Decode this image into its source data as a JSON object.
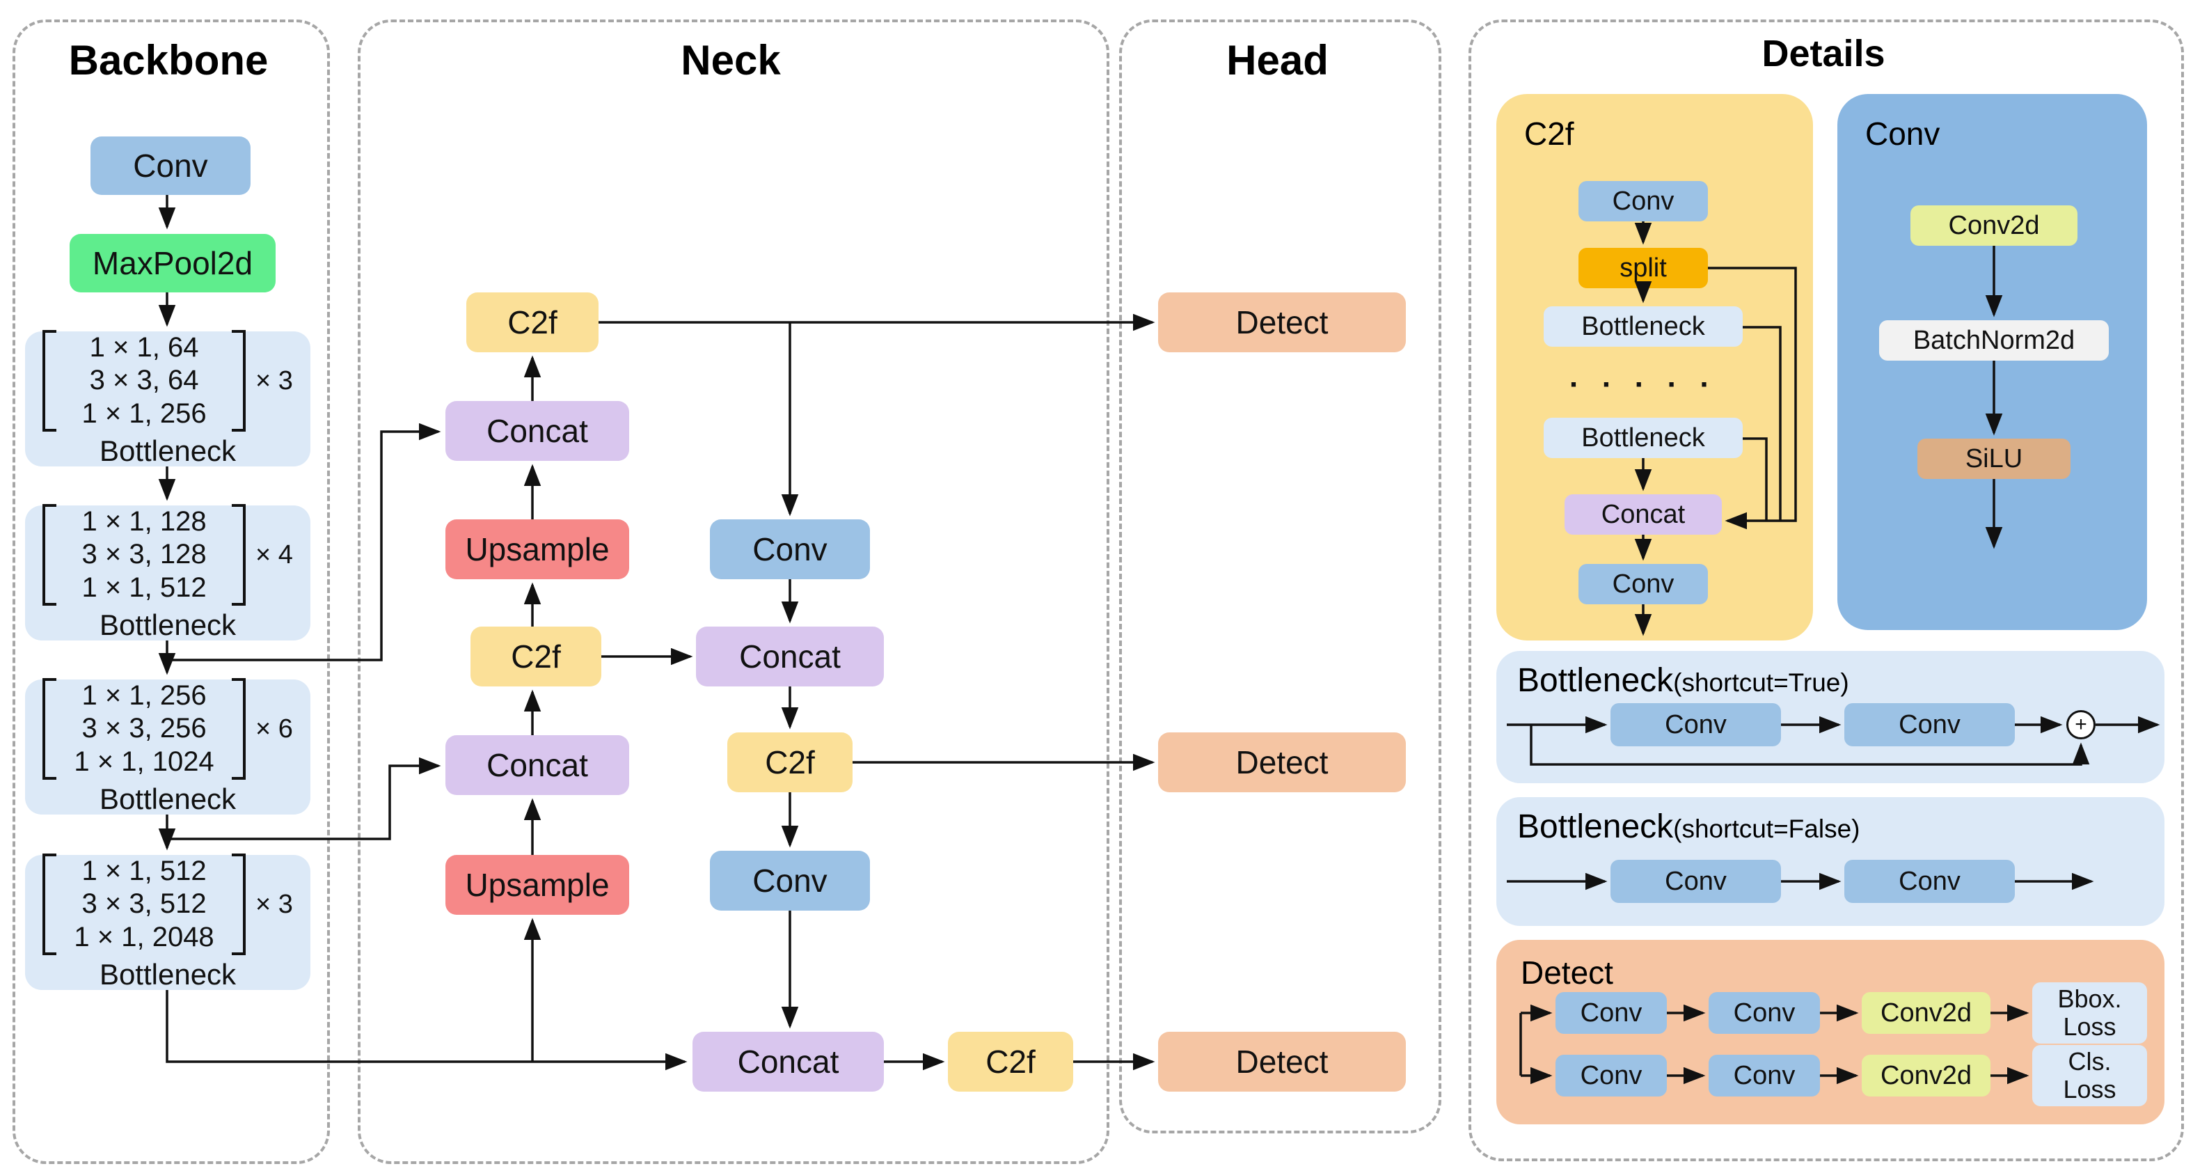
{
  "panels": {
    "backbone_title": "Backbone",
    "neck_title": "Neck",
    "head_title": "Head",
    "details_title": "Details"
  },
  "backbone": {
    "conv": "Conv",
    "maxpool": "MaxPool2d",
    "blocks": [
      {
        "rows": [
          "1 × 1, 64",
          "3 × 3, 64",
          "1 × 1, 256"
        ],
        "mult": "× 3",
        "label": "Bottleneck"
      },
      {
        "rows": [
          "1 × 1, 128",
          "3 × 3, 128",
          "1 × 1, 512"
        ],
        "mult": "× 4",
        "label": "Bottleneck"
      },
      {
        "rows": [
          "1 × 1, 256",
          "3 × 3, 256",
          "1 × 1, 1024"
        ],
        "mult": "× 6",
        "label": "Bottleneck"
      },
      {
        "rows": [
          "1 × 1, 512",
          "3 × 3, 512",
          "1 × 1, 2048"
        ],
        "mult": "× 3",
        "label": "Bottleneck"
      }
    ]
  },
  "neck": {
    "c2f_top": "C2f",
    "concat1": "Concat",
    "upsample1": "Upsample",
    "c2f_mid": "C2f",
    "concat2": "Concat",
    "upsample2": "Upsample",
    "conv_right1": "Conv",
    "concat3": "Concat",
    "c2f_right": "C2f",
    "conv_right2": "Conv",
    "concat4": "Concat",
    "c2f_bottom": "C2f"
  },
  "head": {
    "detect1": "Detect",
    "detect2": "Detect",
    "detect3": "Detect"
  },
  "details": {
    "c2f": {
      "title": "C2f",
      "conv_top": "Conv",
      "split": "split",
      "bottleneck1": "Bottleneck",
      "dots": "· · · · ·",
      "bottleneck2": "Bottleneck",
      "concat": "Concat",
      "conv_bottom": "Conv"
    },
    "conv": {
      "title": "Conv",
      "conv2d": "Conv2d",
      "batchnorm": "BatchNorm2d",
      "silu": "SiLU"
    },
    "bottleneck_true": {
      "title": "Bottleneck",
      "subtitle": "(shortcut=True)",
      "conv1": "Conv",
      "conv2": "Conv",
      "plus": "+"
    },
    "bottleneck_false": {
      "title": "Bottleneck",
      "subtitle": "(shortcut=False)",
      "conv1": "Conv",
      "conv2": "Conv"
    },
    "detect": {
      "title": "Detect",
      "row1": {
        "conv1": "Conv",
        "conv2": "Conv",
        "conv2d": "Conv2d",
        "loss_line1": "Bbox.",
        "loss_line2": "Loss"
      },
      "row2": {
        "conv1": "Conv",
        "conv2": "Conv",
        "conv2d": "Conv2d",
        "loss_line1": "Cls.",
        "loss_line2": "Loss"
      }
    }
  },
  "colors": {
    "conv_blue": "#9cc2e5",
    "maxpool_green": "#5fed8d",
    "bottleneck_lightblue": "#dce9f7",
    "c2f_yellow": "#fbe098",
    "concat_purple": "#d9c6ee",
    "upsample_red": "#f68888",
    "detect_peach": "#f5c5a3",
    "split_orange": "#f8b301",
    "conv2d_yellowgreen": "#e7ef9b",
    "batchnorm_gray": "#f2f2f2",
    "silu_tan": "#dcae85",
    "c2f_panel_gold": "#fbdf92",
    "conv_panel_blue": "#8ab7e2",
    "dashed_border_gray": "#a6a6a6"
  }
}
